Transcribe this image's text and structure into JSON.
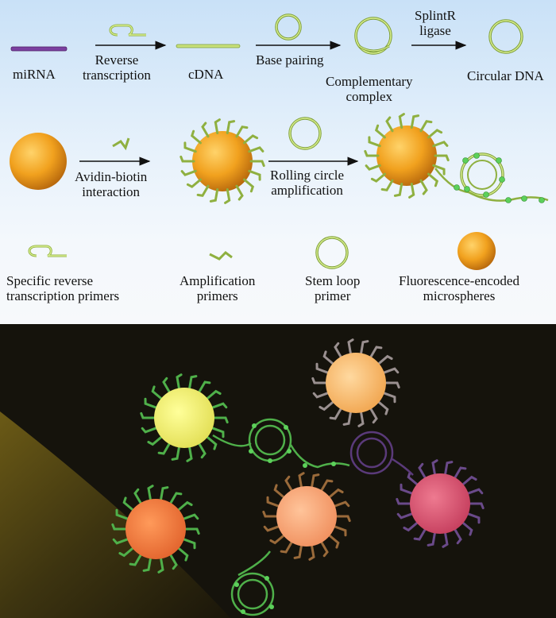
{
  "top_row": {
    "mirna": "miRNA",
    "reverse_transcription": "Reverse\ntranscription",
    "cdna": "cDNA",
    "base_pairing": "Base pairing",
    "complementary_complex": "Complementary\ncomplex",
    "splintr_ligase": "SplintR\nligase",
    "circular_dna": "Circular DNA"
  },
  "middle_row": {
    "avidin_biotin": "Avidin-biotin\ninteraction",
    "rolling_circle": "Rolling circle\namplification"
  },
  "legend": {
    "specific_primers": "Specific reverse\ntranscription primers",
    "amplification_primers": "Amplification\nprimers",
    "stem_loop": "Stem loop\nprimer",
    "microspheres": "Fluorescence-encoded\nmicrospheres"
  },
  "colors": {
    "strand": "#c8e07a",
    "strand_edge": "#7fa03a",
    "mirna": "#7b3fa0",
    "bead": "#f0a020",
    "bead_dark": "#b86a10"
  }
}
